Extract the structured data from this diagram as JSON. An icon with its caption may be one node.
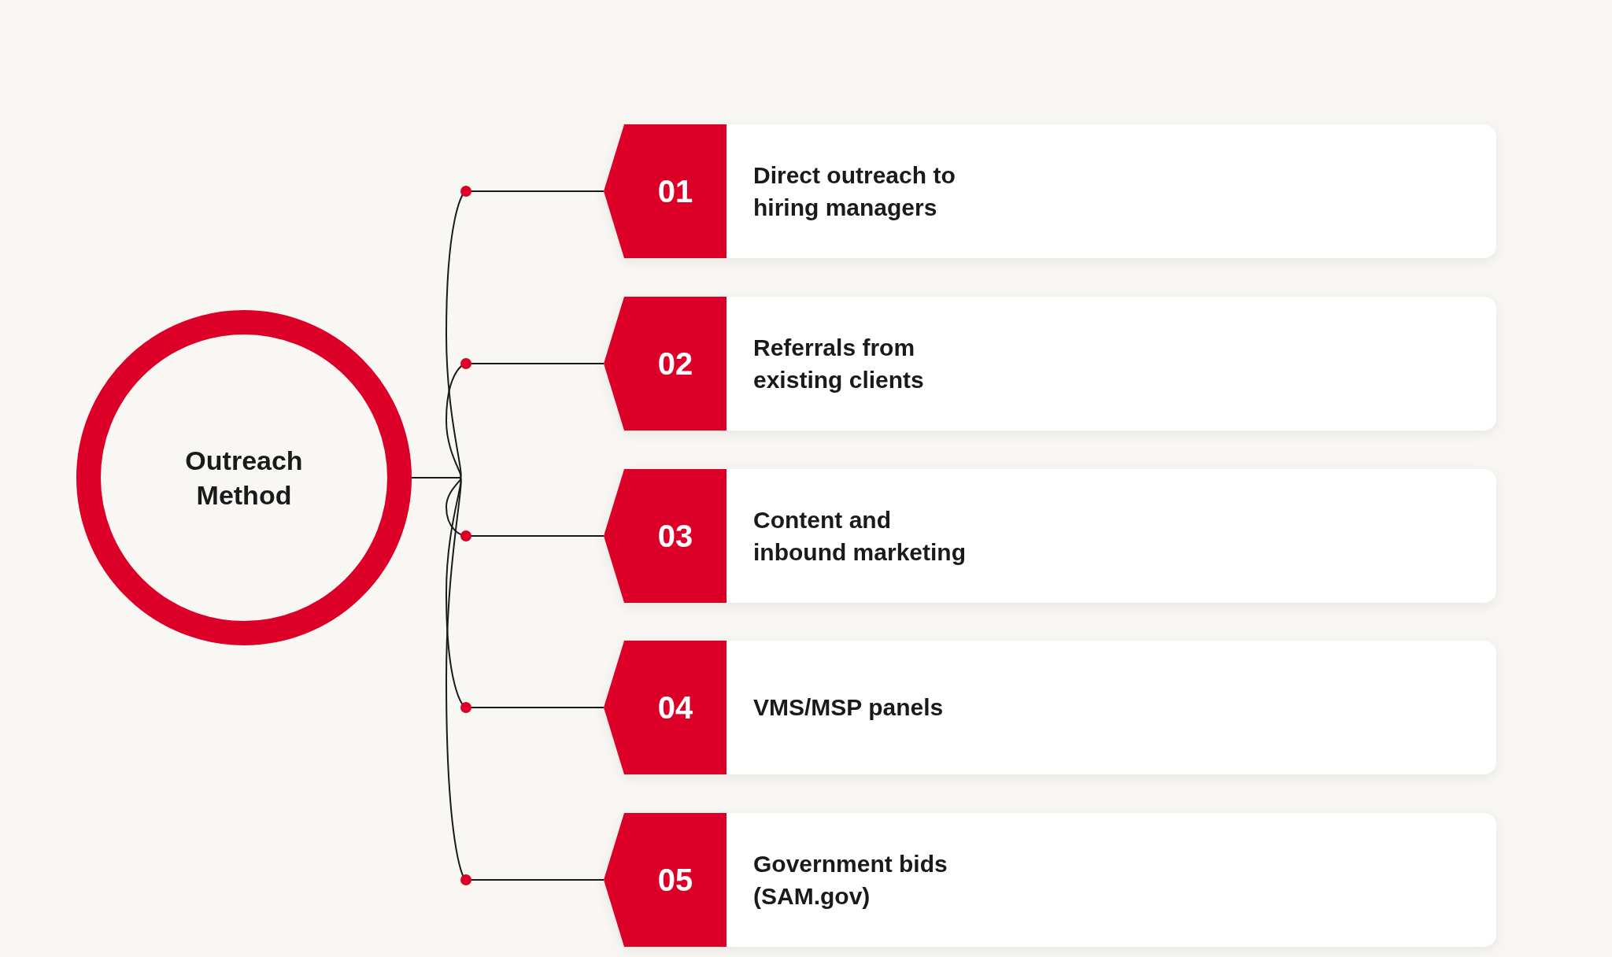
{
  "diagram": {
    "nodes": [
      {
        "text": [
          "Outreach Method"
        ]
      },
      {
        "text": [
          "01",
          "Direct outreach to hiring managers"
        ]
      },
      {
        "text": [
          "02",
          "Referrals from existing clients"
        ]
      },
      {
        "text": [
          "03",
          "Content and inbound marketing"
        ]
      },
      {
        "text": [
          "04",
          "VMS/MSP panels"
        ]
      },
      {
        "text": [
          "05",
          "Government bids (SAM.gov)"
        ]
      }
    ],
    "edges": [
      {
        "from": 0,
        "to": 1,
        "arrow": "none"
      },
      {
        "from": 0,
        "to": 2,
        "arrow": "none"
      },
      {
        "from": 0,
        "to": 3,
        "arrow": "none"
      },
      {
        "from": 0,
        "to": 4,
        "arrow": "none"
      },
      {
        "from": 0,
        "to": 5,
        "arrow": "none"
      }
    ]
  }
}
